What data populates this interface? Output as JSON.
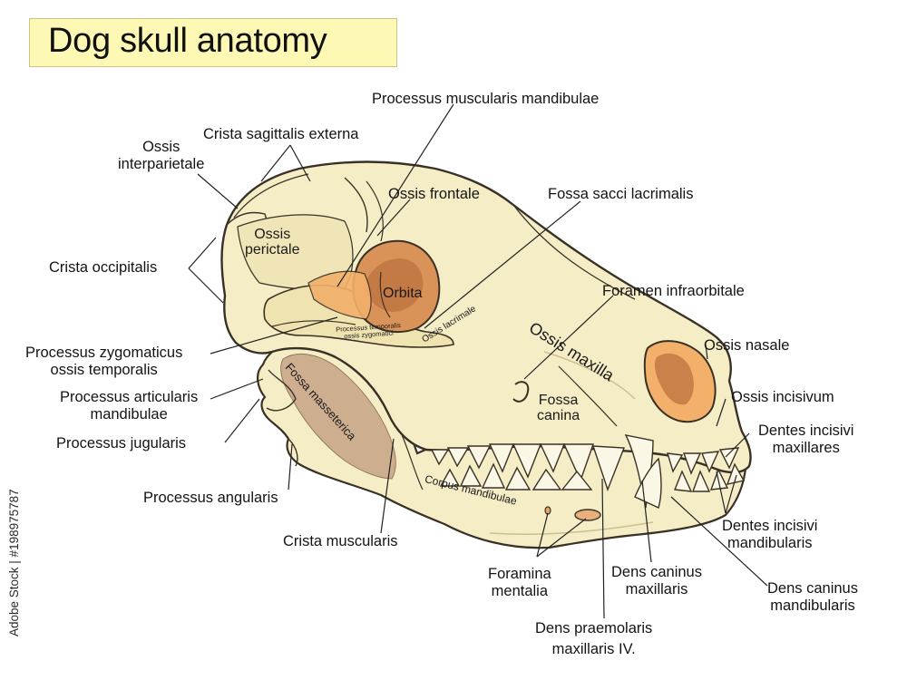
{
  "title": "Dog skull anatomy",
  "colors": {
    "bone": "#f4edc6",
    "bone_outline": "#3a3126",
    "bone_shadow": "#e3d6a6",
    "orbit_fill": "#d99257",
    "orbit_dark": "#b36a36",
    "highlight_orange": "#f2b06a",
    "masseteric_fill": "#c9a88a",
    "title_bg": "#fdf8b4",
    "leader_line": "#222222"
  },
  "labels": {
    "processus_muscularis_mandibulae": "Processus muscularis mandibulae",
    "crista_sagittalis_externa": "Crista sagittalis externa",
    "ossis_interparietale": "Ossis\ninterparietale",
    "ossis_frontale": "Ossis frontale",
    "fossa_sacci_lacrimalis": "Fossa sacci lacrimalis",
    "crista_occipitalis": "Crista occipitalis",
    "foramen_infraorbitale": "Foramen infraorbitale",
    "ossis_nasale": "Ossis nasale",
    "processus_zygomaticus": "Processus zygomaticus\nossis temporalis",
    "processus_articularis": "Processus articularis\nmandibulae",
    "ossis_incisivum": "Ossis incisivum",
    "dentes_incisivi_maxillares": "Dentes incisivi\nmaxillares",
    "processus_jugularis": "Processus jugularis",
    "processus_angularis": "Processus angularis",
    "dentes_incisivi_mandibularis": "Dentes incisivi\nmandibularis",
    "crista_muscularis": "Crista muscularis",
    "foramina_mentalia": "Foramina\nmentalia",
    "dens_caninus_maxillaris": "Dens caninus\nmaxillaris",
    "dens_caninus_mandibularis": "Dens caninus\nmandibularis",
    "dens_praemolaris": "Dens praemolaris\nmaxillaris IV."
  },
  "bone_labels": {
    "ossis_perictale": "Ossis\nperictale",
    "orbita": "Orbita",
    "ossis_maxilla": "Ossis maxilla",
    "fossa_canina": "Fossa\ncanina",
    "fossa_masseterica": "Fossa masseterica",
    "corpus_mandibulae": "Corpus mandibulae",
    "ossis_lacrimale": "Ossis lacrimale",
    "processus_temporalis": "Processus temporalis\nossis zygomatici"
  },
  "watermark": "Adobe Stock | #198975787"
}
